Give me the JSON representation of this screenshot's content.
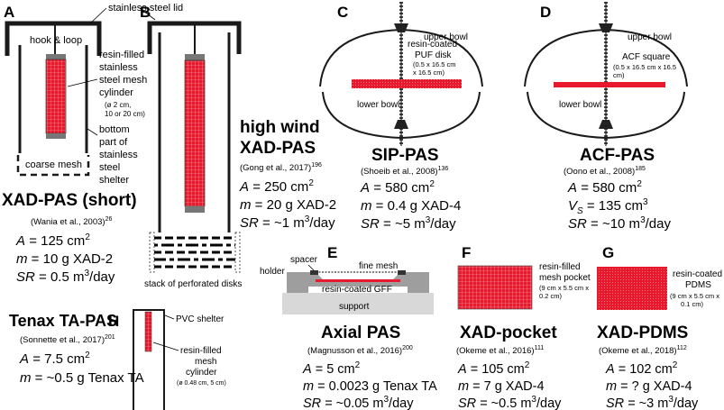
{
  "colors": {
    "resin": "#e8192c",
    "steel": "#1a1a1a",
    "grey": "#9e9e9e",
    "darkgrey": "#6e6e6e"
  },
  "panelA": {
    "letter": "A",
    "lid_label": "stainless steel lid",
    "hook_label": "hook & loop",
    "cylinder_label": [
      "resin-filled",
      "stainless",
      "steel mesh",
      "cylinder"
    ],
    "cylinder_dims": [
      "(ø 2 cm,",
      "10 or 20 cm)"
    ],
    "bottom_label": [
      "bottom",
      "part of",
      "stainless",
      "steel",
      "shelter"
    ],
    "mesh_label": "coarse mesh",
    "title": "XAD-PAS (short)",
    "ref": "(Wania et al., 2003)",
    "ref_sup": "26",
    "A": "= 125 cm",
    "m": "= 10 g XAD-2",
    "SR": "= 0.5 m",
    "SR_unit": "/day"
  },
  "panelB": {
    "letter": "B",
    "title_top": "high wind",
    "title": "XAD-PAS",
    "ref": "(Gong et al., 2017)",
    "ref_sup": "196",
    "A": "= 250 cm",
    "m": "= 20 g XAD-2",
    "SR": "= ~1 m",
    "SR_unit": "/day",
    "disks_label": "stack of perforated disks"
  },
  "panelC": {
    "letter": "C",
    "upper": "upper bowl",
    "lower": "lower bowl",
    "disk_label": [
      "resin-coated",
      "PUF disk"
    ],
    "disk_dims": [
      "(0.5 x 16.5 cm",
      "x 16.5 cm)"
    ],
    "title": "SIP-PAS",
    "ref": "(Shoeib et al., 2008)",
    "ref_sup": "136",
    "A": "= 580 cm",
    "m": "= 0.4 g XAD-4",
    "SR": "= ~5 m",
    "SR_unit": "/day"
  },
  "panelD": {
    "letter": "D",
    "upper": "upper bowl",
    "lower": "lower bowl",
    "square_label": "ACF square",
    "square_dims": "(0.5 x 16.5 cm x 16.5",
    "square_dims2": "cm)",
    "title": "ACF-PAS",
    "ref": "(Oono et al., 2008)",
    "ref_sup": "185",
    "A": "= 580 cm",
    "V": "= 135 cm",
    "SR": "= ~10 m",
    "SR_unit": "/day"
  },
  "panelE": {
    "letter": "E",
    "spacer": "spacer",
    "holder": "holder",
    "mesh": "fine mesh",
    "gff": "resin-coated GFF",
    "support": "support",
    "title": "Axial PAS",
    "ref": "(Magnusson et al., 2016)",
    "ref_sup": "200",
    "A": "= 5 cm",
    "m": "= 0.0023 g Tenax TA",
    "SR": "= ~0.05 m",
    "SR_unit": "/day"
  },
  "panelF": {
    "letter": "F",
    "label": [
      "resin-filled",
      "mesh pocket"
    ],
    "dims": [
      "(9 cm x 5.5 cm x",
      "0.2 cm)"
    ],
    "title": "XAD-pocket",
    "ref": "(Okeme et al., 2016)",
    "ref_sup": "111",
    "A": "= 105 cm",
    "m": "= 7 g XAD-4",
    "SR": "= ~0.5 m",
    "SR_unit": "/day"
  },
  "panelG": {
    "letter": "G",
    "label": [
      "resin-coated",
      "PDMS"
    ],
    "dims": [
      "(9 cm x 5.5 cm x",
      "0.1 cm)"
    ],
    "title": "XAD-PDMS",
    "ref": "(Okeme et al., 2018)",
    "ref_sup": "112",
    "A": "= 102 cm",
    "m": "= ? g XAD-4",
    "SR": "= ~3 m",
    "SR_unit": "/day"
  },
  "panelH": {
    "letter": "H",
    "title": "Tenax TA-PAS",
    "ref": "(Sonnette et al., 2017)",
    "ref_sup": "201",
    "A": "= 7.5 cm",
    "m": "= ~0.5 g Tenax TA",
    "shelter": "PVC shelter",
    "label": [
      "resin-filled",
      "mesh",
      "cylinder"
    ],
    "dims": "(ø 0.48 cm, 5 cm)"
  },
  "symbols": {
    "A": "A",
    "m": "m",
    "SR": "SR",
    "V": "V",
    "V_sub": "S",
    "sup2": "2",
    "sup3": "3"
  }
}
